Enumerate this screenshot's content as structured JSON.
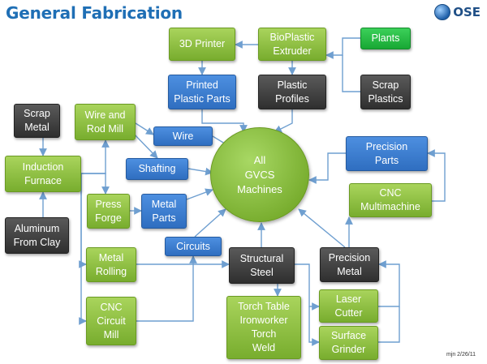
{
  "title": "General Fabrication",
  "logo": {
    "text": "OSE",
    "icon": "globe-icon"
  },
  "colors": {
    "title": "#1f6fb5",
    "green": "#8cc63f",
    "blue": "#3d7fd6",
    "dark": "#3a3a3a",
    "bright_green": "#22bb44",
    "arrow": "#6f9fd0"
  },
  "hub": "All\nGVCS\nMachines",
  "nodes": {
    "printer3d": "3D Printer",
    "bioplastic": "BioPlastic\nExtruder",
    "plants": "Plants",
    "printed": "Printed\nPlastic Parts",
    "profiles": "Plastic\nProfiles",
    "scrap_plastics": "Scrap\nPlastics",
    "scrap_metal": "Scrap\nMetal",
    "wire_mill": "Wire and\nRod Mill",
    "wire": "Wire",
    "induction": "Induction\nFurnace",
    "shafting": "Shafting",
    "press": "Press\nForge",
    "metal_parts": "Metal\nParts",
    "aluminum": "Aluminum\nFrom Clay",
    "precision_parts": "Precision\nParts",
    "cnc_multi": "CNC\nMultimachine",
    "circuits": "Circuits",
    "rolling": "Metal\nRolling",
    "structural": "Structural\nSteel",
    "precision_metal": "Precision\nMetal",
    "cnc_circuit": "CNC\nCircuit\nMill",
    "torch": "Torch Table\nIronworker\nTorch\nWeld",
    "laser": "Laser\nCutter",
    "grinder": "Surface\nGrinder"
  },
  "footnote": "mjn 2/26/11"
}
